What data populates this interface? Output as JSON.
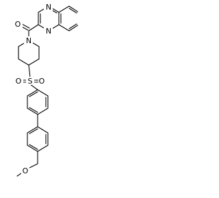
{
  "molecule": {
    "name": "",
    "atoms": {
      "quinoxaline_n1": "N",
      "quinoxaline_n2": "N",
      "carbonyl_o": "O",
      "piperidine_n": "N",
      "sulfonyl_s": "S",
      "sulfonyl_o1": "O",
      "sulfonyl_o2": "O",
      "ether_o": "O"
    }
  }
}
